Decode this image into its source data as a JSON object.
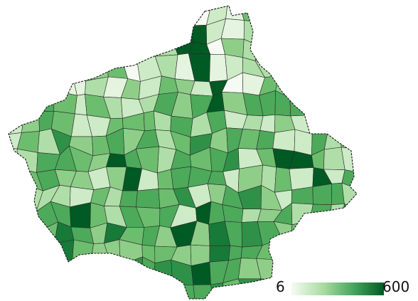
{
  "map": {
    "palette": {
      "low": "#f5fbf3",
      "high": "#005a24",
      "border": "#2b2b2b"
    }
  },
  "legend": {
    "min_label": "6",
    "max_label": "600",
    "min_value": 6,
    "max_value": 600
  }
}
